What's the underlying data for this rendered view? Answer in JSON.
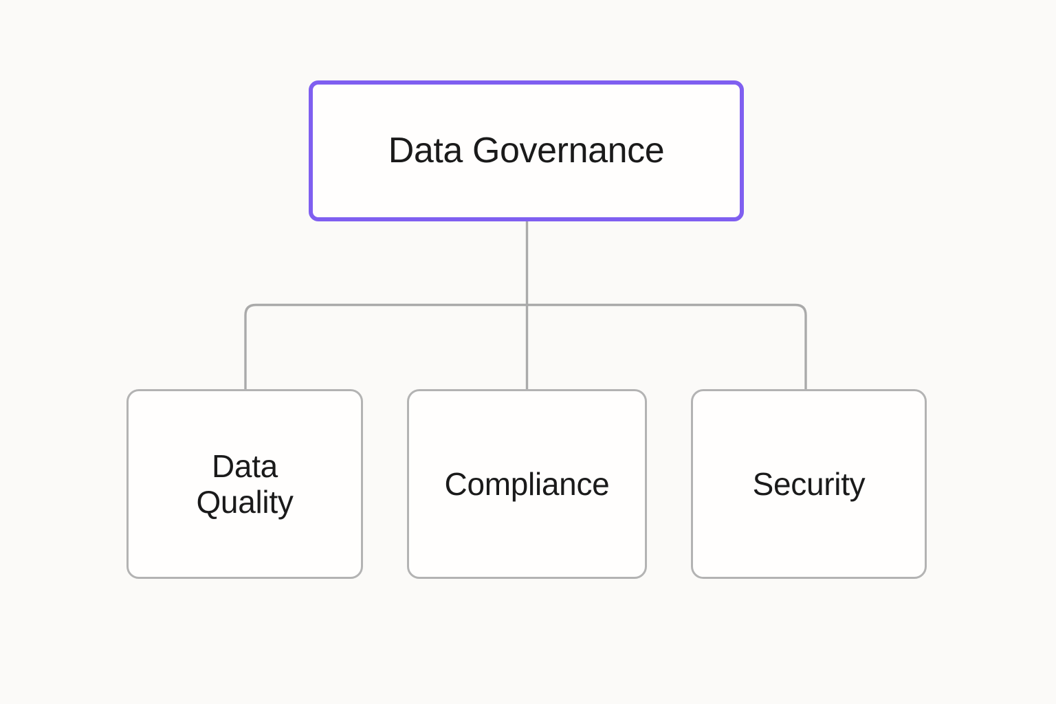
{
  "diagram": {
    "type": "hierarchy-tree",
    "orientation": "top-down",
    "background_color": "#fbfaf8",
    "connector_color": "#aaaaaa",
    "root": {
      "id": "data-governance",
      "label": "Data Governance",
      "border_color": "#7f5ff0",
      "fill_color": "#fffefd",
      "text_color": "#1a1a1a",
      "highlighted": true
    },
    "children": [
      {
        "id": "data-quality",
        "label": "Data\nQuality",
        "border_color": "#b3b3b3",
        "fill_color": "#fffefd",
        "text_color": "#1a1a1a",
        "highlighted": false
      },
      {
        "id": "compliance",
        "label": "Compliance",
        "border_color": "#b3b3b3",
        "fill_color": "#fffefd",
        "text_color": "#1a1a1a",
        "highlighted": false
      },
      {
        "id": "security",
        "label": "Security",
        "border_color": "#b3b3b3",
        "fill_color": "#fffefd",
        "text_color": "#1a1a1a",
        "highlighted": false
      }
    ],
    "edges": [
      {
        "from": "data-governance",
        "to": "data-quality"
      },
      {
        "from": "data-governance",
        "to": "compliance"
      },
      {
        "from": "data-governance",
        "to": "security"
      }
    ]
  }
}
